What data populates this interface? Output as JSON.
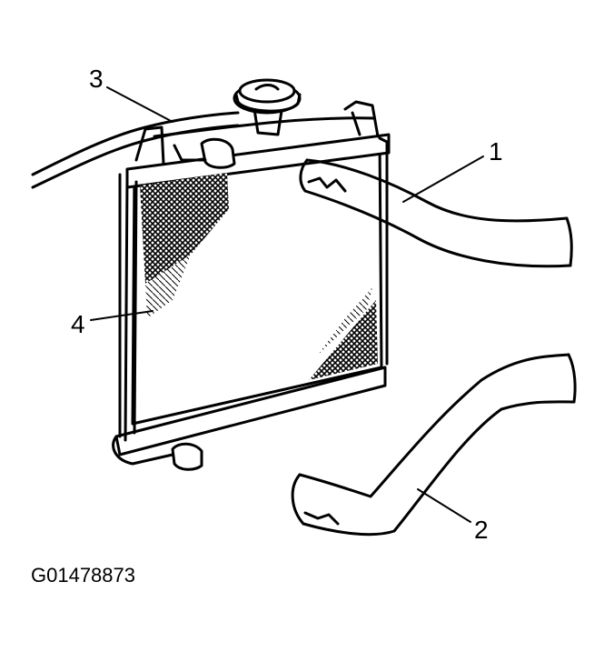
{
  "diagram": {
    "callouts": [
      {
        "id": "1",
        "label": "1"
      },
      {
        "id": "2",
        "label": "2"
      },
      {
        "id": "3",
        "label": "3"
      },
      {
        "id": "4",
        "label": "4"
      }
    ],
    "figure_id": "G01478873"
  },
  "colors": {
    "ink": "#000000",
    "paper": "#ffffff"
  }
}
